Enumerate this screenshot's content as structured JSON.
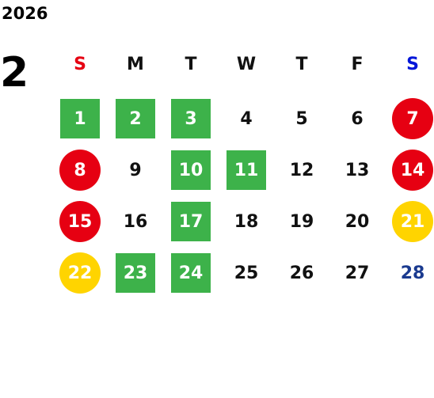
{
  "calendar": {
    "year": "2026",
    "month": "2",
    "weekdays": [
      {
        "label": "S",
        "color": "#e60012"
      },
      {
        "label": "M",
        "color": "#111111"
      },
      {
        "label": "T",
        "color": "#111111"
      },
      {
        "label": "W",
        "color": "#111111"
      },
      {
        "label": "T",
        "color": "#111111"
      },
      {
        "label": "F",
        "color": "#111111"
      },
      {
        "label": "S",
        "color": "#0016d9"
      }
    ],
    "weeks": [
      [
        {
          "day": "1",
          "style": "green-square"
        },
        {
          "day": "2",
          "style": "green-square"
        },
        {
          "day": "3",
          "style": "green-square"
        },
        {
          "day": "4",
          "style": "plain"
        },
        {
          "day": "5",
          "style": "plain"
        },
        {
          "day": "6",
          "style": "plain"
        },
        {
          "day": "7",
          "style": "red-circle"
        }
      ],
      [
        {
          "day": "8",
          "style": "red-circle"
        },
        {
          "day": "9",
          "style": "plain"
        },
        {
          "day": "10",
          "style": "green-square"
        },
        {
          "day": "11",
          "style": "green-square"
        },
        {
          "day": "12",
          "style": "plain"
        },
        {
          "day": "13",
          "style": "plain"
        },
        {
          "day": "14",
          "style": "red-circle"
        }
      ],
      [
        {
          "day": "15",
          "style": "red-circle"
        },
        {
          "day": "16",
          "style": "plain"
        },
        {
          "day": "17",
          "style": "green-square"
        },
        {
          "day": "18",
          "style": "plain"
        },
        {
          "day": "19",
          "style": "plain"
        },
        {
          "day": "20",
          "style": "plain"
        },
        {
          "day": "21",
          "style": "yellow-circle"
        }
      ],
      [
        {
          "day": "22",
          "style": "yellow-circle"
        },
        {
          "day": "23",
          "style": "green-square"
        },
        {
          "day": "24",
          "style": "green-square"
        },
        {
          "day": "25",
          "style": "plain"
        },
        {
          "day": "26",
          "style": "plain"
        },
        {
          "day": "27",
          "style": "plain"
        },
        {
          "day": "28",
          "style": "blue-text"
        }
      ]
    ],
    "colors": {
      "green": "#3db24a",
      "red": "#e60012",
      "yellow": "#ffd400",
      "blue": "#1a3a8f"
    }
  }
}
